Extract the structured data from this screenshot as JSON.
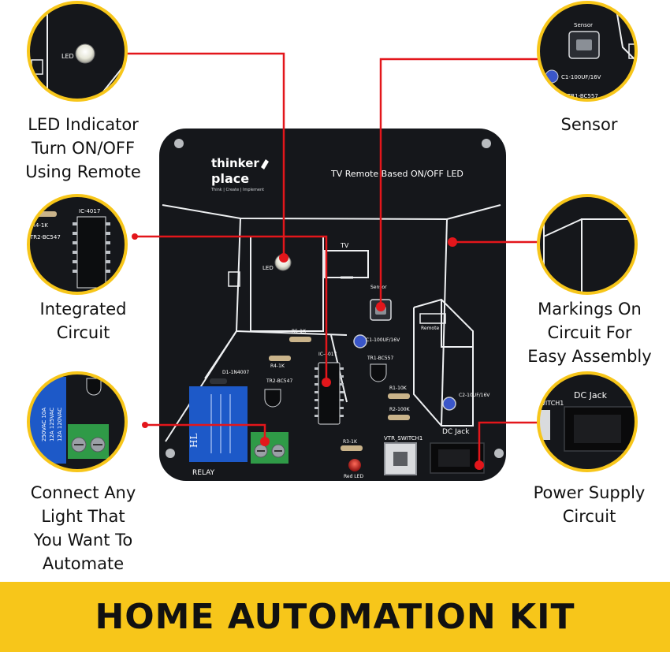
{
  "image": {
    "kind": "product-photo",
    "accent_color": "#f7c61a",
    "board_color": "#15171b",
    "leader_color": "#e3161b"
  },
  "board": {
    "brand_line1": "thinker",
    "brand_line2": "place",
    "brand_tagline": "Think | Create | Implement",
    "title": "TV Remote Based ON/OFF LED",
    "silk": {
      "tv": "TV",
      "led": "LED",
      "remote": "Remote",
      "sensor": "Sensor",
      "r5": "R5-1K",
      "r4": "R4-1K",
      "d1": "D1-1N4007",
      "ic": "IC-4017",
      "c1": "C1-100UF/16V",
      "tr1": "TR1-BC557",
      "tr2": "TR2-BC547",
      "r1": "R1-10K",
      "r2": "R2-100K",
      "c2": "C2-10UF/16V",
      "r3": "R3-1K",
      "switch": "VTR_SWITCH1",
      "dcjack": "DC Jack",
      "red_led": "Red LED",
      "relay": "RELAY",
      "relay_brand": "HL"
    }
  },
  "callouts": [
    {
      "id": "led",
      "label": "LED Indicator\nTurn ON/OFF\nUsing Remote"
    },
    {
      "id": "ic",
      "label": "Integrated\nCircuit"
    },
    {
      "id": "light",
      "label": "Connect Any\nLight That\nYou Want To\nAutomate"
    },
    {
      "id": "sensor",
      "label": "Sensor"
    },
    {
      "id": "markings",
      "label": "Markings On\nCircuit For\nEasy Assembly"
    },
    {
      "id": "power",
      "label": "Power Supply\nCircuit"
    }
  ],
  "zoom_text": {
    "led": "LED",
    "ic": "IC-4017",
    "r4": "R4-1K",
    "tr2": "TR2-BC547",
    "sensor": "Sensor",
    "c1": "C1-100UF/16V",
    "tr1": "TR1-BC557",
    "switch": "WITCH1",
    "dcjack": "DC Jack",
    "relay_lines": [
      "250VAC 10A",
      "12A 125VAC",
      "12A 120VAC"
    ]
  },
  "banner": {
    "title": "HOME AUTOMATION KIT"
  }
}
